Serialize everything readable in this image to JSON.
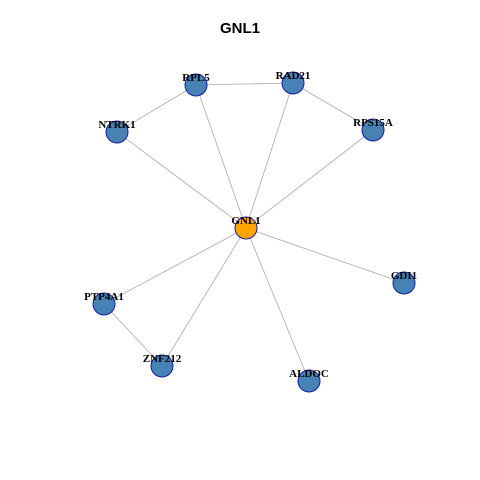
{
  "title": "GNL1",
  "colors": {
    "hub_node": "#FFA500",
    "leaf_node": "#4682B4",
    "node_border": "#1A1AA6",
    "edge": "#AAAAAA"
  },
  "nodes": [
    {
      "id": "GNL1",
      "label": "GNL1",
      "role": "hub"
    },
    {
      "id": "RPL5",
      "label": "RPL5",
      "role": "leaf"
    },
    {
      "id": "RAD21",
      "label": "RAD21",
      "role": "leaf"
    },
    {
      "id": "NTRK1",
      "label": "NTRK1",
      "role": "leaf"
    },
    {
      "id": "RPS15A",
      "label": "RPS15A",
      "role": "leaf"
    },
    {
      "id": "GDI1",
      "label": "GDI1",
      "role": "leaf"
    },
    {
      "id": "PTP4A1",
      "label": "PTP4A1",
      "role": "leaf"
    },
    {
      "id": "ZNF212",
      "label": "ZNF212",
      "role": "leaf"
    },
    {
      "id": "ALDOC",
      "label": "ALDOC",
      "role": "leaf"
    }
  ],
  "edges": [
    [
      "GNL1",
      "RPL5"
    ],
    [
      "GNL1",
      "RAD21"
    ],
    [
      "GNL1",
      "NTRK1"
    ],
    [
      "GNL1",
      "RPS15A"
    ],
    [
      "GNL1",
      "GDI1"
    ],
    [
      "GNL1",
      "PTP4A1"
    ],
    [
      "GNL1",
      "ZNF212"
    ],
    [
      "GNL1",
      "ALDOC"
    ],
    [
      "RPL5",
      "RAD21"
    ],
    [
      "RPL5",
      "NTRK1"
    ],
    [
      "RAD21",
      "RPS15A"
    ],
    [
      "PTP4A1",
      "ZNF212"
    ]
  ]
}
